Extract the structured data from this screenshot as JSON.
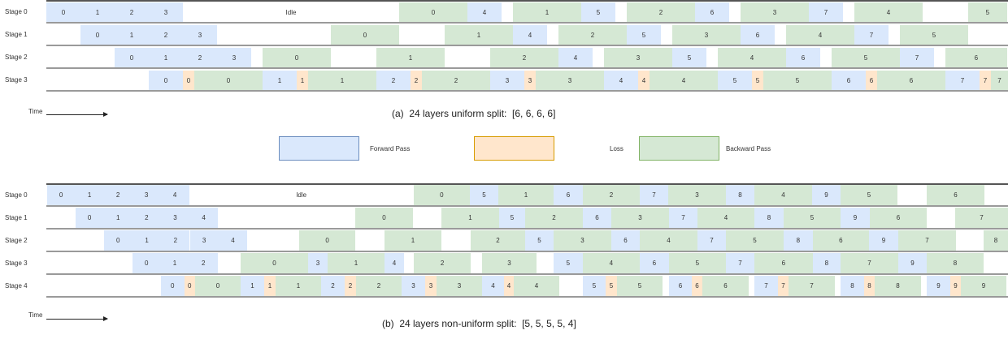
{
  "colors": {
    "forward": "#dae8fc",
    "loss": "#ffe6cc",
    "backward": "#d5e8d4",
    "forward_border": "#6c8ebf",
    "loss_border": "#d79b00",
    "backward_border": "#82b366"
  },
  "time_label": "Time",
  "legend": {
    "forward": "Forward Pass",
    "loss": "Loss",
    "backward": "Backward Pass"
  },
  "diagrams": [
    {
      "caption": "(a)  24 layers uniform split:  [6, 6, 6, 6]",
      "rows": [
        {
          "label": "Stage 0",
          "blocks": [
            [
              "F",
              "0"
            ],
            [
              "F",
              "1"
            ],
            [
              "F",
              "2"
            ],
            [
              "F",
              "3"
            ],
            [
              "I",
              "Idle"
            ],
            [
              "B",
              "0"
            ],
            [
              "F",
              "4"
            ],
            [
              "B",
              "1"
            ],
            [
              "F",
              "5"
            ],
            [
              "B",
              "2"
            ],
            [
              "F",
              "6"
            ],
            [
              "B",
              "3"
            ],
            [
              "F",
              "7"
            ],
            [
              "B",
              "4"
            ],
            [
              "B",
              "5"
            ]
          ]
        },
        {
          "label": "Stage 1",
          "blocks": [
            [
              "F",
              "0"
            ],
            [
              "F",
              "1"
            ],
            [
              "F",
              "2"
            ],
            [
              "F",
              "3"
            ],
            [
              "B",
              "0"
            ],
            [
              "B",
              "1"
            ],
            [
              "F",
              "4"
            ],
            [
              "B",
              "2"
            ],
            [
              "F",
              "5"
            ],
            [
              "B",
              "3"
            ],
            [
              "F",
              "6"
            ],
            [
              "B",
              "4"
            ],
            [
              "F",
              "7"
            ],
            [
              "B",
              "5"
            ]
          ]
        },
        {
          "label": "Stage 2",
          "blocks": [
            [
              "F",
              "0"
            ],
            [
              "F",
              "1"
            ],
            [
              "F",
              "2"
            ],
            [
              "F",
              "3"
            ],
            [
              "B",
              "0"
            ],
            [
              "B",
              "1"
            ],
            [
              "B",
              "2"
            ],
            [
              "F",
              "4"
            ],
            [
              "B",
              "3"
            ],
            [
              "F",
              "5"
            ],
            [
              "B",
              "4"
            ],
            [
              "F",
              "6"
            ],
            [
              "B",
              "5"
            ],
            [
              "F",
              "7"
            ],
            [
              "B",
              "6"
            ]
          ]
        },
        {
          "label": "Stage 3",
          "blocks": [
            [
              "F",
              "0"
            ],
            [
              "L",
              "0"
            ],
            [
              "B",
              "0"
            ],
            [
              "F",
              "1"
            ],
            [
              "L",
              "1"
            ],
            [
              "B",
              "1"
            ],
            [
              "F",
              "2"
            ],
            [
              "L",
              "2"
            ],
            [
              "B",
              "2"
            ],
            [
              "F",
              "3"
            ],
            [
              "L",
              "3"
            ],
            [
              "B",
              "3"
            ],
            [
              "F",
              "4"
            ],
            [
              "L",
              "4"
            ],
            [
              "B",
              "4"
            ],
            [
              "F",
              "5"
            ],
            [
              "L",
              "5"
            ],
            [
              "B",
              "5"
            ],
            [
              "F",
              "6"
            ],
            [
              "L",
              "6"
            ],
            [
              "B",
              "6"
            ],
            [
              "F",
              "7"
            ],
            [
              "L",
              "7"
            ],
            [
              "B",
              "7"
            ]
          ]
        }
      ]
    },
    {
      "caption": "(b)  24 layers non-uniform split:  [5, 5, 5, 5, 4]",
      "rows": [
        {
          "label": "Stage 0",
          "blocks": [
            [
              "F",
              "0"
            ],
            [
              "F",
              "1"
            ],
            [
              "F",
              "2"
            ],
            [
              "F",
              "3"
            ],
            [
              "F",
              "4"
            ],
            [
              "I",
              "Idle"
            ],
            [
              "B",
              "0"
            ],
            [
              "F",
              "5"
            ],
            [
              "B",
              "1"
            ],
            [
              "F",
              "6"
            ],
            [
              "B",
              "2"
            ],
            [
              "F",
              "7"
            ],
            [
              "B",
              "3"
            ],
            [
              "F",
              "8"
            ],
            [
              "B",
              "4"
            ],
            [
              "F",
              "9"
            ],
            [
              "B",
              "5"
            ],
            [
              "B",
              "6"
            ]
          ]
        },
        {
          "label": "Stage 1",
          "blocks": [
            [
              "F",
              "0"
            ],
            [
              "F",
              "1"
            ],
            [
              "F",
              "2"
            ],
            [
              "F",
              "3"
            ],
            [
              "F",
              "4"
            ],
            [
              "B",
              "0"
            ],
            [
              "B",
              "1"
            ],
            [
              "F",
              "5"
            ],
            [
              "B",
              "2"
            ],
            [
              "F",
              "6"
            ],
            [
              "B",
              "3"
            ],
            [
              "F",
              "7"
            ],
            [
              "B",
              "4"
            ],
            [
              "F",
              "8"
            ],
            [
              "B",
              "5"
            ],
            [
              "F",
              "9"
            ],
            [
              "B",
              "6"
            ],
            [
              "B",
              "7"
            ]
          ]
        },
        {
          "label": "Stage 2",
          "blocks": [
            [
              "F",
              "0"
            ],
            [
              "F",
              "1"
            ],
            [
              "F",
              "2"
            ],
            [
              "F",
              "3"
            ],
            [
              "F",
              "4"
            ],
            [
              "B",
              "0"
            ],
            [
              "B",
              "1"
            ],
            [
              "B",
              "2"
            ],
            [
              "F",
              "5"
            ],
            [
              "B",
              "3"
            ],
            [
              "F",
              "6"
            ],
            [
              "B",
              "4"
            ],
            [
              "F",
              "7"
            ],
            [
              "B",
              "5"
            ],
            [
              "F",
              "8"
            ],
            [
              "B",
              "6"
            ],
            [
              "F",
              "9"
            ],
            [
              "B",
              "7"
            ],
            [
              "B",
              "8"
            ]
          ]
        },
        {
          "label": "Stage 3",
          "blocks": [
            [
              "F",
              "0"
            ],
            [
              "F",
              "1"
            ],
            [
              "F",
              "2"
            ],
            [
              "B",
              "0"
            ],
            [
              "F",
              "3"
            ],
            [
              "B",
              "1"
            ],
            [
              "F",
              "4"
            ],
            [
              "B",
              "2"
            ],
            [
              "B",
              "3"
            ],
            [
              "F",
              "5"
            ],
            [
              "B",
              "4"
            ],
            [
              "F",
              "6"
            ],
            [
              "B",
              "5"
            ],
            [
              "F",
              "7"
            ],
            [
              "B",
              "6"
            ],
            [
              "F",
              "8"
            ],
            [
              "B",
              "7"
            ],
            [
              "F",
              "9"
            ],
            [
              "B",
              "8"
            ]
          ]
        },
        {
          "label": "Stage 4",
          "blocks": [
            [
              "F",
              "0"
            ],
            [
              "L",
              "0"
            ],
            [
              "B",
              "0"
            ],
            [
              "F",
              "1"
            ],
            [
              "L",
              "1"
            ],
            [
              "B",
              "1"
            ],
            [
              "F",
              "2"
            ],
            [
              "L",
              "2"
            ],
            [
              "B",
              "2"
            ],
            [
              "F",
              "3"
            ],
            [
              "L",
              "3"
            ],
            [
              "B",
              "3"
            ],
            [
              "F",
              "4"
            ],
            [
              "L",
              "4"
            ],
            [
              "B",
              "4"
            ],
            [
              "F",
              "5"
            ],
            [
              "L",
              "5"
            ],
            [
              "B",
              "5"
            ],
            [
              "F",
              "6"
            ],
            [
              "L",
              "6"
            ],
            [
              "B",
              "6"
            ],
            [
              "F",
              "7"
            ],
            [
              "L",
              "7"
            ],
            [
              "B",
              "7"
            ],
            [
              "F",
              "8"
            ],
            [
              "L",
              "8"
            ],
            [
              "B",
              "8"
            ],
            [
              "F",
              "9"
            ],
            [
              "L",
              "9"
            ],
            [
              "B",
              "9"
            ]
          ]
        }
      ]
    }
  ]
}
